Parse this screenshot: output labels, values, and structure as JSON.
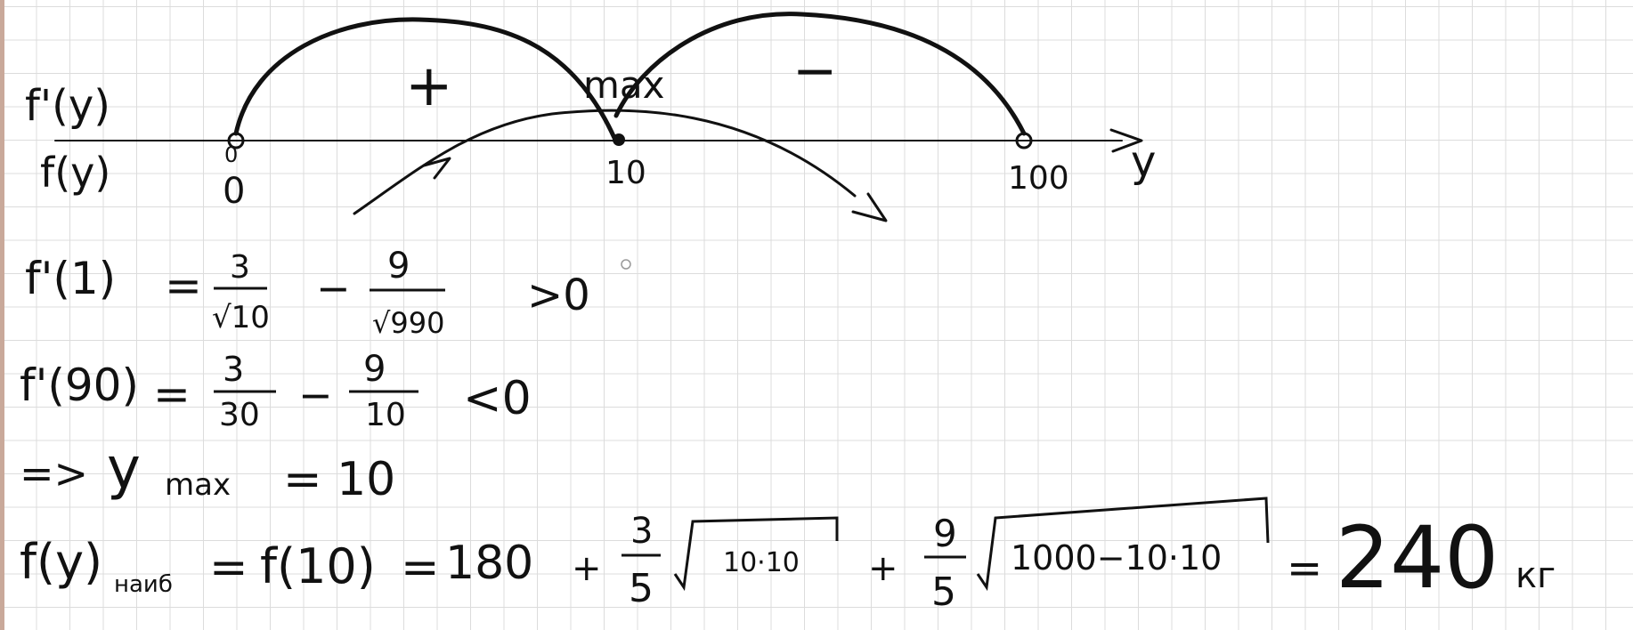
{
  "colors": {
    "ink": "#111111",
    "grid": "#dcdcdc",
    "paper": "#ffffff",
    "edge": "#c9a99a"
  },
  "number_line": {
    "derivative_label": "f'(y)",
    "function_label": "f(y)",
    "axis_label": "y",
    "plus_sign": "+",
    "minus_sign": "−",
    "max_label": "max",
    "tick_0_top": "0",
    "tick_0_bottom": "0",
    "tick_10": "10",
    "tick_100": "100"
  },
  "lines": {
    "line1": {
      "lhs": "f'(1)",
      "eq": "=",
      "frac1_num": "3",
      "frac1_den": "√10",
      "minus": "−",
      "frac2_num": "9",
      "frac2_den": "√990",
      "result": ">0"
    },
    "line2": {
      "lhs": "f'(90)",
      "eq": "=",
      "frac1_num": "3",
      "frac1_den": "30",
      "minus": "−",
      "frac2_num": "9",
      "frac2_den": "10",
      "result": "<0"
    },
    "line3": {
      "arrow": "=>",
      "var": "y",
      "sub": "max",
      "rhs": "= 10"
    },
    "line4": {
      "lhs": "f(y)",
      "lhs_sub": "наиб",
      "eq1": "=",
      "mid": "f(10)",
      "eq2": "=",
      "term1": "180",
      "plus1": "+",
      "frac1_num": "3",
      "frac1_den": "5",
      "rad1": "10·10",
      "plus2": "+",
      "frac2_num": "9",
      "frac2_den": "5",
      "rad2": "1000−10·10",
      "eq3": "=",
      "result": "240",
      "unit": "кг"
    }
  }
}
